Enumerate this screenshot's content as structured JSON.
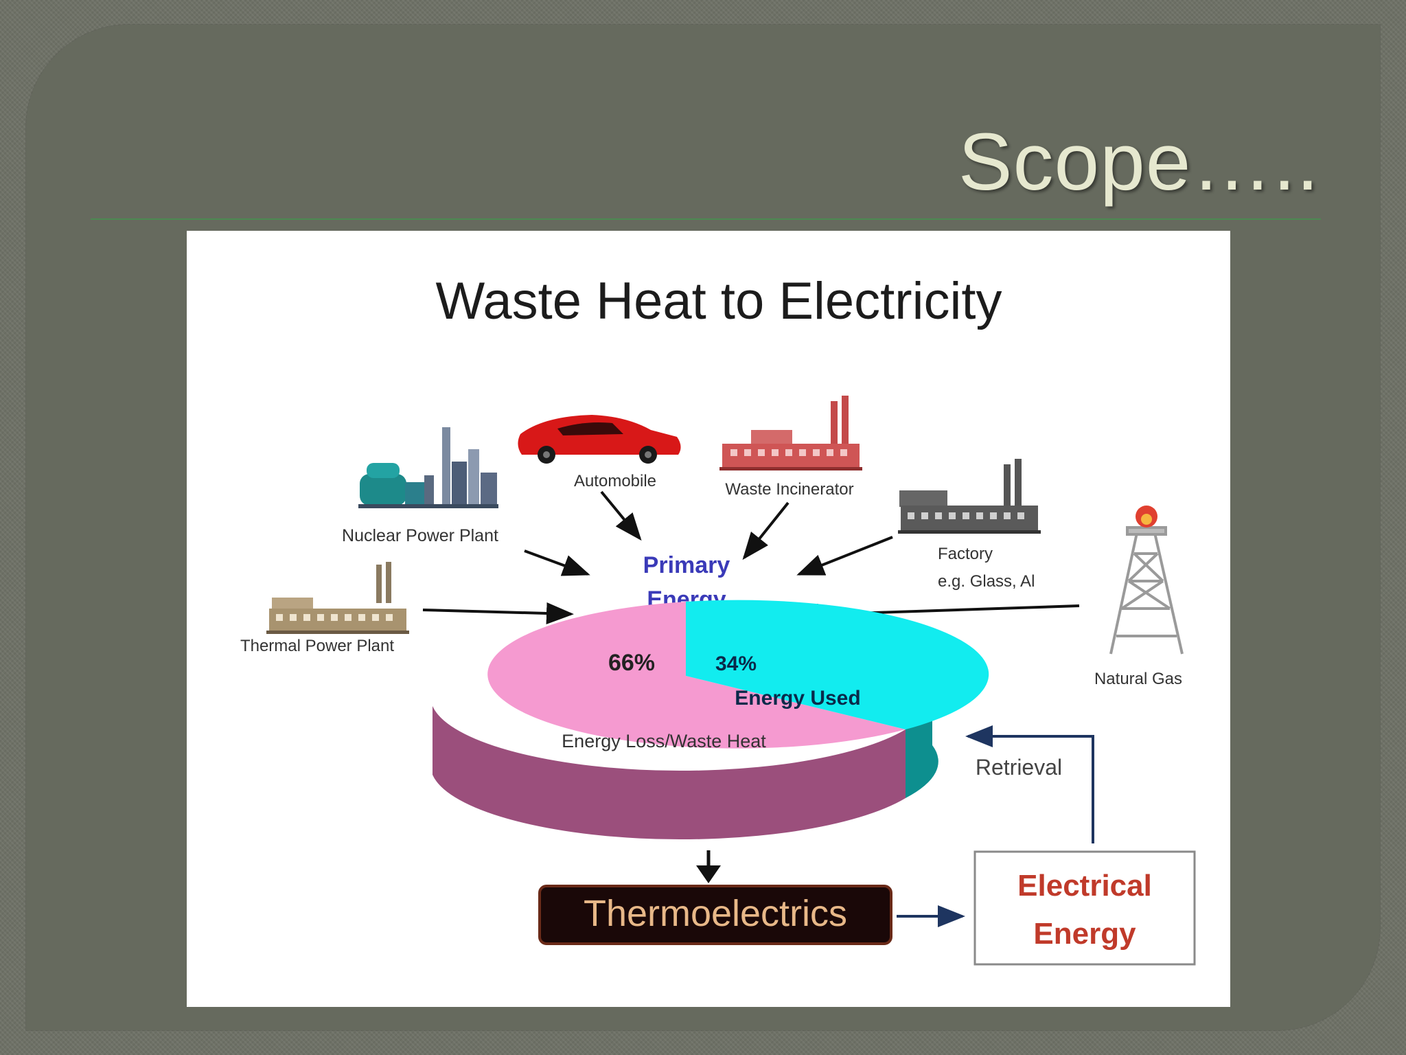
{
  "slide": {
    "title": "Scope….."
  },
  "diagram": {
    "title": "Waste Heat to Electricity",
    "sources": {
      "nuclear": "Nuclear Power Plant",
      "automobile": "Automobile",
      "incinerator": "Waste Incinerator",
      "factory_line1": "Factory",
      "factory_line2": "e.g. Glass, Al",
      "thermal": "Thermal Power Plant",
      "natural_gas": "Natural Gas"
    },
    "primary_energy_line1": "Primary",
    "primary_energy_line2": "Energy",
    "pie": {
      "loss_percent": "66%",
      "used_percent": "34%",
      "used_label": "Energy Used",
      "loss_label": "Energy Loss/Waste Heat"
    },
    "retrieval_label": "Retrieval",
    "thermoelectrics_label": "Thermoelectrics",
    "electrical_line1": "Electrical",
    "electrical_line2": "Energy"
  },
  "colors": {
    "pie_loss_top": "#f59ad0",
    "pie_loss_side": "#9b4f7c",
    "pie_used_top": "#12ecef",
    "pie_used_side": "#0d8f8f",
    "primary_energy_text": "#3a3ab8",
    "electrical_text": "#c03a2a",
    "thermo_text": "#e8b888"
  }
}
